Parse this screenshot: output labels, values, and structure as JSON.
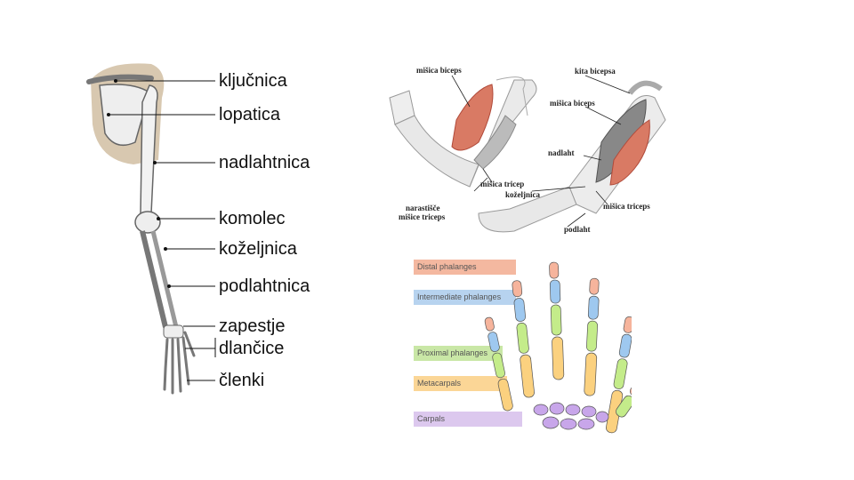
{
  "arm": {
    "labels": [
      "ključnica",
      "lopatica",
      "nadlahtnica",
      "komolec",
      "koželjnica",
      "podlahtnica",
      "zapestje",
      "dlančice",
      "členki"
    ]
  },
  "muscles": {
    "left_labels": {
      "biceps": "mišica biceps",
      "triceps": "mišica tricep",
      "koza": "koželjnica",
      "narastisce": "narastišče",
      "triceps_insert": "mišice triceps"
    },
    "right_labels": {
      "tendon": "kita bicepsa",
      "biceps": "mišica biceps",
      "nadlaht": "nadlaht",
      "triceps": "mišica triceps",
      "podlaht": "podlaht"
    }
  },
  "hand": {
    "legend": [
      {
        "label": "Distal phalanges",
        "color": "#f4b8a0"
      },
      {
        "label": "Intermediate phalanges",
        "color": "#b7d3ef"
      },
      {
        "label": "Proximal phalanges",
        "color": "#c9e7a6"
      },
      {
        "label": "Metacarpals",
        "color": "#fbd696"
      },
      {
        "label": "Carpals",
        "color": "#dcc8ee"
      }
    ],
    "bone_colors": {
      "distal": "#f6b49c",
      "intermediate": "#9ec8ef",
      "proximal": "#c4ec8a",
      "metacarpal": "#fbd17f",
      "carpal": "#c8a6ea"
    }
  }
}
